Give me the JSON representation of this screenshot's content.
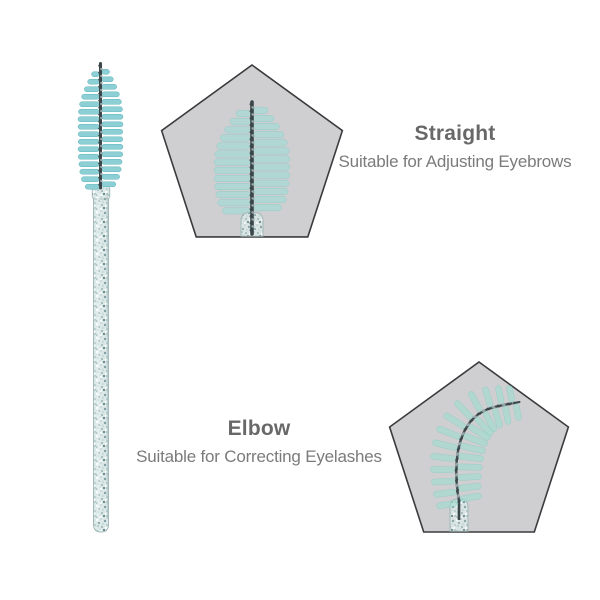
{
  "page": {
    "background": "#ffffff"
  },
  "product": {
    "kind": "disposable-mascara-eyebrow-brush",
    "variants": [
      {
        "id": "straight",
        "title": "Straight",
        "description": "Suitable for Adjusting Eyebrows"
      },
      {
        "id": "elbow",
        "title": "Elbow",
        "description": "Suitable for Correcting Eyelashes"
      }
    ]
  },
  "colors": {
    "background": "#ffffff",
    "pentagon_fill": "#cfcfd1",
    "pentagon_border": "#3b3b3d",
    "bristle": "#8ccfd5",
    "bristle_edge": "#5fb3bb",
    "bristle_magnified": "#a0dcd8",
    "bristle_magnified_edge": "#79c4be",
    "bristle_elbow": "#9adfd2",
    "bristle_elbow_edge": "#74c9b9",
    "wire_dark": "#3a4649",
    "wire_light": "#93a5a8",
    "handle_base": "#dde8e8",
    "handle_edge": "#9db5b5",
    "handle_highlight": "#f1f8f8",
    "glitter": [
      "#ffffff",
      "#b2cccd",
      "#7fa3a5",
      "#5d8486",
      "#c9dcdc",
      "#93b5b6"
    ],
    "title_text": "#686868",
    "subtitle_text": "#7b7b7b"
  }
}
